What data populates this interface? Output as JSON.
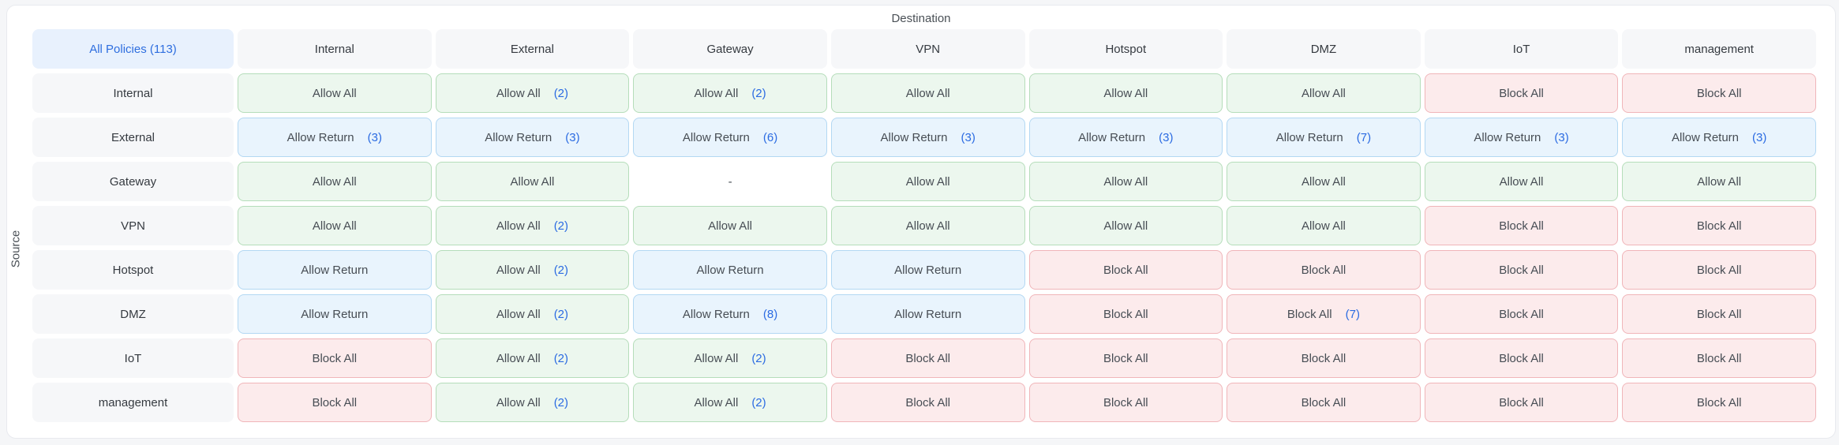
{
  "matrix": {
    "destination_label": "Destination",
    "source_label": "Source",
    "corner_label": "All Policies (113)",
    "columns": [
      "Internal",
      "External",
      "Gateway",
      "VPN",
      "Hotspot",
      "DMZ",
      "IoT",
      "management"
    ],
    "rows": [
      {
        "label": "Internal",
        "cells": [
          {
            "text": "Allow All",
            "type": "allow"
          },
          {
            "text": "Allow All",
            "count": "(2)",
            "type": "allow"
          },
          {
            "text": "Allow All",
            "count": "(2)",
            "type": "allow"
          },
          {
            "text": "Allow All",
            "type": "allow"
          },
          {
            "text": "Allow All",
            "type": "allow"
          },
          {
            "text": "Allow All",
            "type": "allow"
          },
          {
            "text": "Block All",
            "type": "block"
          },
          {
            "text": "Block All",
            "type": "block"
          }
        ]
      },
      {
        "label": "External",
        "cells": [
          {
            "text": "Allow Return",
            "count": "(3)",
            "type": "return"
          },
          {
            "text": "Allow Return",
            "count": "(3)",
            "type": "return"
          },
          {
            "text": "Allow Return",
            "count": "(6)",
            "type": "return"
          },
          {
            "text": "Allow Return",
            "count": "(3)",
            "type": "return"
          },
          {
            "text": "Allow Return",
            "count": "(3)",
            "type": "return"
          },
          {
            "text": "Allow Return",
            "count": "(7)",
            "type": "return"
          },
          {
            "text": "Allow Return",
            "count": "(3)",
            "type": "return"
          },
          {
            "text": "Allow Return",
            "count": "(3)",
            "type": "return"
          }
        ]
      },
      {
        "label": "Gateway",
        "cells": [
          {
            "text": "Allow All",
            "type": "allow"
          },
          {
            "text": "Allow All",
            "type": "allow"
          },
          {
            "text": "-",
            "type": "none"
          },
          {
            "text": "Allow All",
            "type": "allow"
          },
          {
            "text": "Allow All",
            "type": "allow"
          },
          {
            "text": "Allow All",
            "type": "allow"
          },
          {
            "text": "Allow All",
            "type": "allow"
          },
          {
            "text": "Allow All",
            "type": "allow"
          }
        ]
      },
      {
        "label": "VPN",
        "cells": [
          {
            "text": "Allow All",
            "type": "allow"
          },
          {
            "text": "Allow All",
            "count": "(2)",
            "type": "allow"
          },
          {
            "text": "Allow All",
            "type": "allow"
          },
          {
            "text": "Allow All",
            "type": "allow"
          },
          {
            "text": "Allow All",
            "type": "allow"
          },
          {
            "text": "Allow All",
            "type": "allow"
          },
          {
            "text": "Block All",
            "type": "block"
          },
          {
            "text": "Block All",
            "type": "block"
          }
        ]
      },
      {
        "label": "Hotspot",
        "cells": [
          {
            "text": "Allow Return",
            "type": "return"
          },
          {
            "text": "Allow All",
            "count": "(2)",
            "type": "allow"
          },
          {
            "text": "Allow Return",
            "type": "return"
          },
          {
            "text": "Allow Return",
            "type": "return"
          },
          {
            "text": "Block All",
            "type": "block"
          },
          {
            "text": "Block All",
            "type": "block"
          },
          {
            "text": "Block All",
            "type": "block"
          },
          {
            "text": "Block All",
            "type": "block"
          }
        ]
      },
      {
        "label": "DMZ",
        "cells": [
          {
            "text": "Allow Return",
            "type": "return"
          },
          {
            "text": "Allow All",
            "count": "(2)",
            "type": "allow"
          },
          {
            "text": "Allow Return",
            "count": "(8)",
            "type": "return"
          },
          {
            "text": "Allow Return",
            "type": "return"
          },
          {
            "text": "Block All",
            "type": "block"
          },
          {
            "text": "Block All",
            "count": "(7)",
            "type": "block"
          },
          {
            "text": "Block All",
            "type": "block"
          },
          {
            "text": "Block All",
            "type": "block"
          }
        ]
      },
      {
        "label": "IoT",
        "cells": [
          {
            "text": "Block All",
            "type": "block"
          },
          {
            "text": "Allow All",
            "count": "(2)",
            "type": "allow"
          },
          {
            "text": "Allow All",
            "count": "(2)",
            "type": "allow"
          },
          {
            "text": "Block All",
            "type": "block"
          },
          {
            "text": "Block All",
            "type": "block"
          },
          {
            "text": "Block All",
            "type": "block"
          },
          {
            "text": "Block All",
            "type": "block"
          },
          {
            "text": "Block All",
            "type": "block"
          }
        ]
      },
      {
        "label": "management",
        "cells": [
          {
            "text": "Block All",
            "type": "block"
          },
          {
            "text": "Allow All",
            "count": "(2)",
            "type": "allow"
          },
          {
            "text": "Allow All",
            "count": "(2)",
            "type": "allow"
          },
          {
            "text": "Block All",
            "type": "block"
          },
          {
            "text": "Block All",
            "type": "block"
          },
          {
            "text": "Block All",
            "type": "block"
          },
          {
            "text": "Block All",
            "type": "block"
          },
          {
            "text": "Block All",
            "type": "block"
          }
        ]
      }
    ]
  },
  "colors": {
    "allow_bg": "#ecf7ee",
    "allow_border": "#b5ddba",
    "return_bg": "#e9f4fd",
    "return_border": "#b3d8f3",
    "block_bg": "#fcebec",
    "block_border": "#f0b5b9",
    "header_bg": "#f6f7f9",
    "corner_bg": "#e8f1fd",
    "count_text": "#2b6be2"
  }
}
